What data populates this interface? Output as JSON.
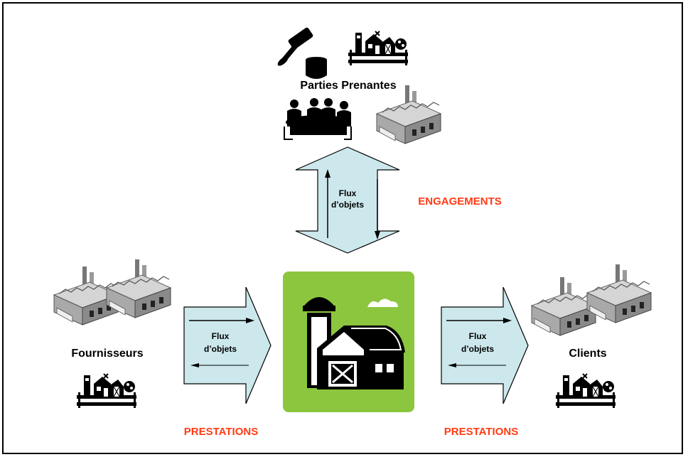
{
  "stakeholders": {
    "label": "Parties Prenantes"
  },
  "suppliers": {
    "label": "Fournisseurs"
  },
  "clients": {
    "label": "Clients"
  },
  "flows": {
    "top": {
      "line1": "Flux",
      "line2": "d’objets"
    },
    "left": {
      "line1": "Flux",
      "line2": "d’objets"
    },
    "right": {
      "line1": "Flux",
      "line2": "d’objets"
    }
  },
  "relations": {
    "engagements": "ENGAGEMENTS",
    "prestations_left": "PRESTATIONS",
    "prestations_right": "PRESTATIONS"
  },
  "colors": {
    "arrow_fill": "#cce8ec",
    "center_green": "#8cc63f",
    "relation_text": "#ff3b14"
  },
  "icons": [
    "gavel-icon",
    "farm-icon",
    "meeting-icon",
    "factory-icon",
    "barn-icon"
  ]
}
